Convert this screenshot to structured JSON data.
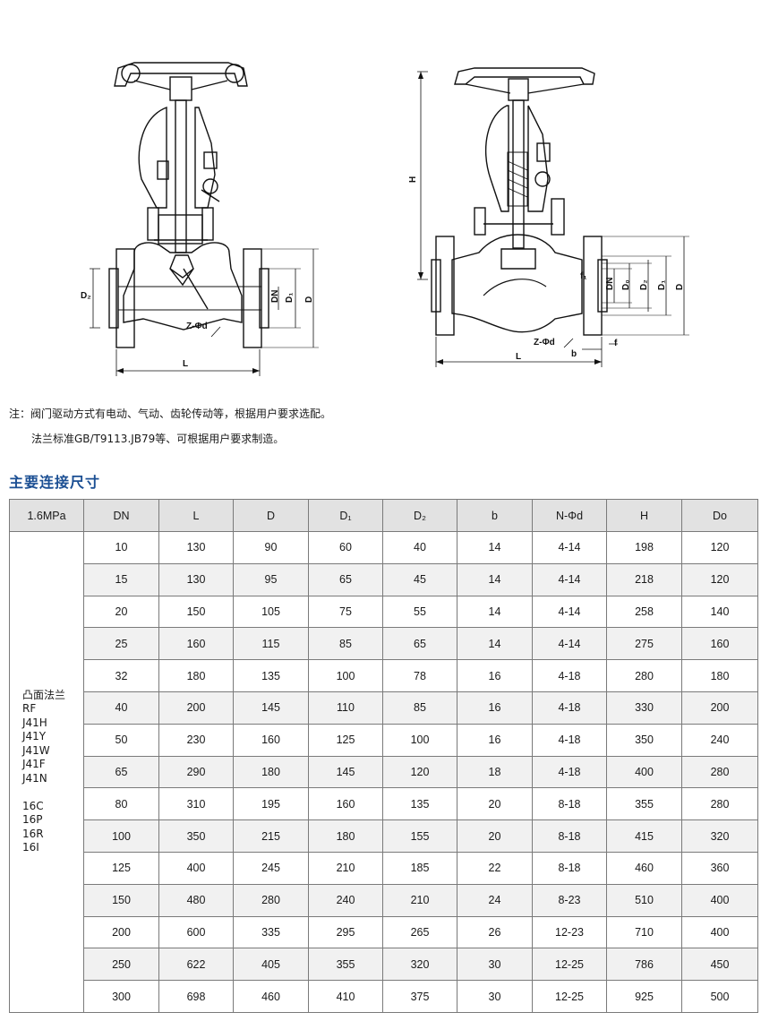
{
  "drawing": {
    "left_labels": {
      "d2": "D₂",
      "dn": "DN",
      "d1": "D₁",
      "d": "D",
      "zd": "Z-Φd",
      "l": "L"
    },
    "right_labels": {
      "h": "H",
      "f1": "f₁",
      "dn": "DN",
      "d0": "D₀",
      "d2": "D₂",
      "d1": "D₁",
      "d": "D",
      "zd": "Z-Φd",
      "b": "b",
      "f": "f",
      "l": "L"
    }
  },
  "notes": {
    "line1": "注：阀门驱动方式有电动、气动、齿轮传动等，根据用户要求选配。",
    "line2": "法兰标准GB/T9113.JB79等、可根据用户要求制造。"
  },
  "section_title": "主要连接尺寸",
  "table": {
    "headers": [
      "1.6MPa",
      "DN",
      "L",
      "D",
      "D₁",
      "D₂",
      "b",
      "N-Φd",
      "H",
      "Do"
    ],
    "group_lines": [
      "凸面法兰",
      "RF",
      "J41H",
      "J41Y",
      "J41W",
      "J41F",
      "J41N",
      "",
      "16C",
      "16P",
      "16R",
      "16I"
    ],
    "rows": [
      [
        "10",
        "130",
        "90",
        "60",
        "40",
        "14",
        "4-14",
        "198",
        "120"
      ],
      [
        "15",
        "130",
        "95",
        "65",
        "45",
        "14",
        "4-14",
        "218",
        "120"
      ],
      [
        "20",
        "150",
        "105",
        "75",
        "55",
        "14",
        "4-14",
        "258",
        "140"
      ],
      [
        "25",
        "160",
        "115",
        "85",
        "65",
        "14",
        "4-14",
        "275",
        "160"
      ],
      [
        "32",
        "180",
        "135",
        "100",
        "78",
        "16",
        "4-18",
        "280",
        "180"
      ],
      [
        "40",
        "200",
        "145",
        "110",
        "85",
        "16",
        "4-18",
        "330",
        "200"
      ],
      [
        "50",
        "230",
        "160",
        "125",
        "100",
        "16",
        "4-18",
        "350",
        "240"
      ],
      [
        "65",
        "290",
        "180",
        "145",
        "120",
        "18",
        "4-18",
        "400",
        "280"
      ],
      [
        "80",
        "310",
        "195",
        "160",
        "135",
        "20",
        "8-18",
        "355",
        "280"
      ],
      [
        "100",
        "350",
        "215",
        "180",
        "155",
        "20",
        "8-18",
        "415",
        "320"
      ],
      [
        "125",
        "400",
        "245",
        "210",
        "185",
        "22",
        "8-18",
        "460",
        "360"
      ],
      [
        "150",
        "480",
        "280",
        "240",
        "210",
        "24",
        "8-23",
        "510",
        "400"
      ],
      [
        "200",
        "600",
        "335",
        "295",
        "265",
        "26",
        "12-23",
        "710",
        "400"
      ],
      [
        "250",
        "622",
        "405",
        "355",
        "320",
        "30",
        "12-25",
        "786",
        "450"
      ],
      [
        "300",
        "698",
        "460",
        "410",
        "375",
        "30",
        "12-25",
        "925",
        "500"
      ]
    ]
  }
}
